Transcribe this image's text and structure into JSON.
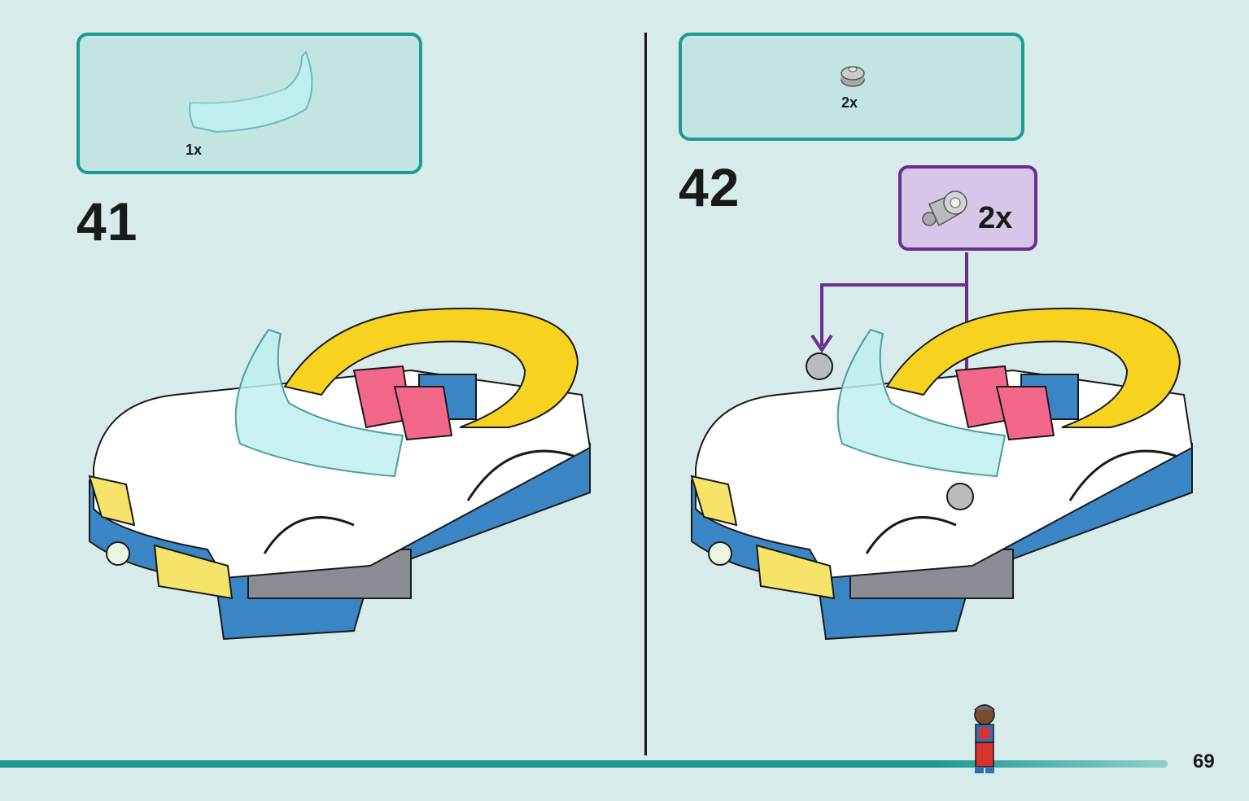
{
  "step41": {
    "number": "41",
    "parts": [
      {
        "name": "transparent windscreen",
        "qty": "1x"
      }
    ]
  },
  "step42": {
    "number": "42",
    "parts": [
      {
        "name": "grey round piece",
        "qty": "2x"
      }
    ],
    "subassembly_qty": "2x"
  },
  "footer": {
    "page_number": "69",
    "progress": 0.8
  },
  "colors": {
    "teal": "#1b9b93",
    "background": "#d7ecea",
    "purple": "#6a2d91",
    "car_yellow": "#f7d21e",
    "car_blue": "#3a86c4",
    "car_pink": "#f2678a"
  }
}
